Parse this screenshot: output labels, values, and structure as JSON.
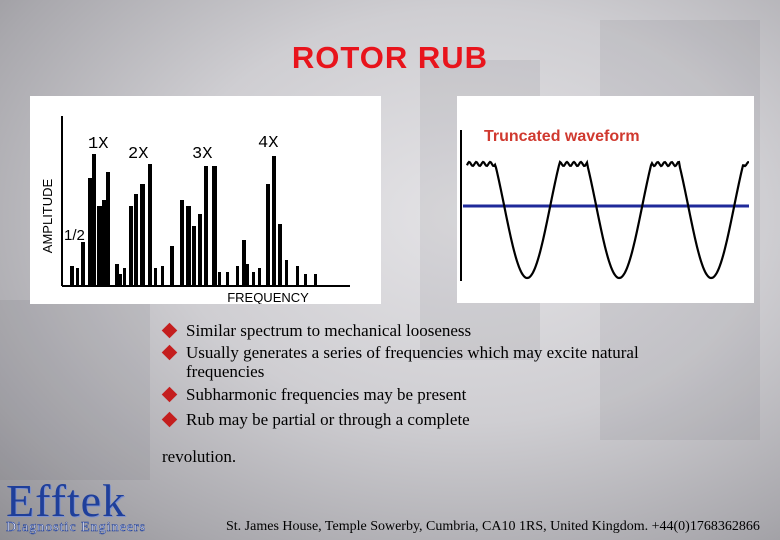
{
  "slide": {
    "title": "ROTOR  RUB"
  },
  "spectrum_chart": {
    "ylabel": "AMPLITUDE",
    "xlabel": "FREQUENCY",
    "harmonic_labels": [
      "1X",
      "2X",
      "3X",
      "4X"
    ],
    "subharmonic_label": "1/2"
  },
  "waveform_chart": {
    "title": "Truncated waveform",
    "title_color": "#d0392f"
  },
  "bullets": [
    {
      "lines": [
        "Similar spectrum to mechanical looseness"
      ]
    },
    {
      "lines": [
        "Usually generates a series of frequencies which may excite natural",
        "frequencies"
      ]
    },
    {
      "lines": [
        "Subharmonic frequencies may be present"
      ]
    },
    {
      "lines": [
        "Rub may be partial or through a complete"
      ]
    }
  ],
  "bullet_tail": "revolution.",
  "logo": {
    "name": "Efftek",
    "tagline": "Diagnostic Engineers"
  },
  "footer": {
    "address": "St. James House, Temple Sowerby, Cumbria, CA10 1RS, United Kingdom. +44(0)1768362866"
  },
  "colors": {
    "title": "#e8141c",
    "bullet": "#c41e1e",
    "logo": "#1f3f9a"
  }
}
